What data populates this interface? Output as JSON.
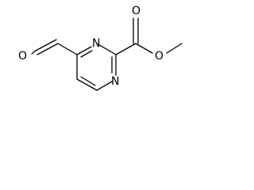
{
  "molecule": {
    "atoms": {
      "aldehyde_oxygen": "O",
      "carbonyl_oxygen": "O",
      "ester_oxygen": "O",
      "ring_nitrogen_top": "N",
      "ring_nitrogen_bottom": "N"
    }
  }
}
